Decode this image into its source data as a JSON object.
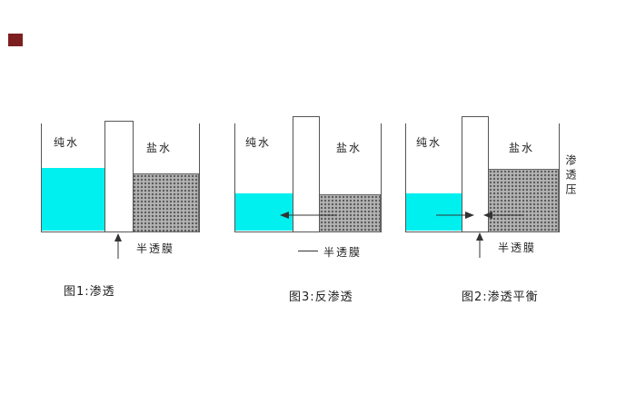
{
  "figures": [
    {
      "pure_label": "纯水",
      "salt_label": "盐水",
      "membrane_label": "半透膜",
      "caption": "图1:渗透"
    },
    {
      "pure_label": "纯水",
      "salt_label": "盐水",
      "membrane_label": "半透膜",
      "caption": "图3:反渗透"
    },
    {
      "pure_label": "纯水",
      "salt_label": "盐水",
      "membrane_label": "半透膜",
      "caption": "图2:渗透平衡"
    }
  ],
  "osmotic_pressure_label": "渗透压",
  "colors": {
    "pure_water": "#00f0f0",
    "salt_water": "#b3b3b3",
    "line": "#555555",
    "background": "#ffffff"
  }
}
